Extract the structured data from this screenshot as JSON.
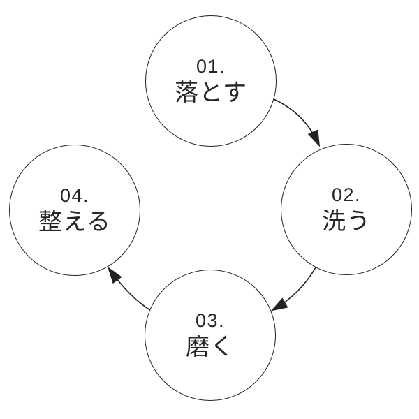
{
  "diagram": {
    "type": "cycle",
    "colors": {
      "ink": "#222222",
      "background": "#ffffff"
    },
    "nodes": [
      {
        "id": "step-1",
        "number": "01.",
        "label": "落とす"
      },
      {
        "id": "step-2",
        "number": "02.",
        "label": "洗う"
      },
      {
        "id": "step-3",
        "number": "03.",
        "label": "磨く"
      },
      {
        "id": "step-4",
        "number": "04.",
        "label": "整える"
      }
    ],
    "edges": [
      {
        "from": "step-1",
        "to": "step-2",
        "style": "curved-arrow"
      },
      {
        "from": "step-2",
        "to": "step-3",
        "style": "curved-arrow"
      },
      {
        "from": "step-3",
        "to": "step-4",
        "style": "curved-arrow"
      }
    ]
  }
}
